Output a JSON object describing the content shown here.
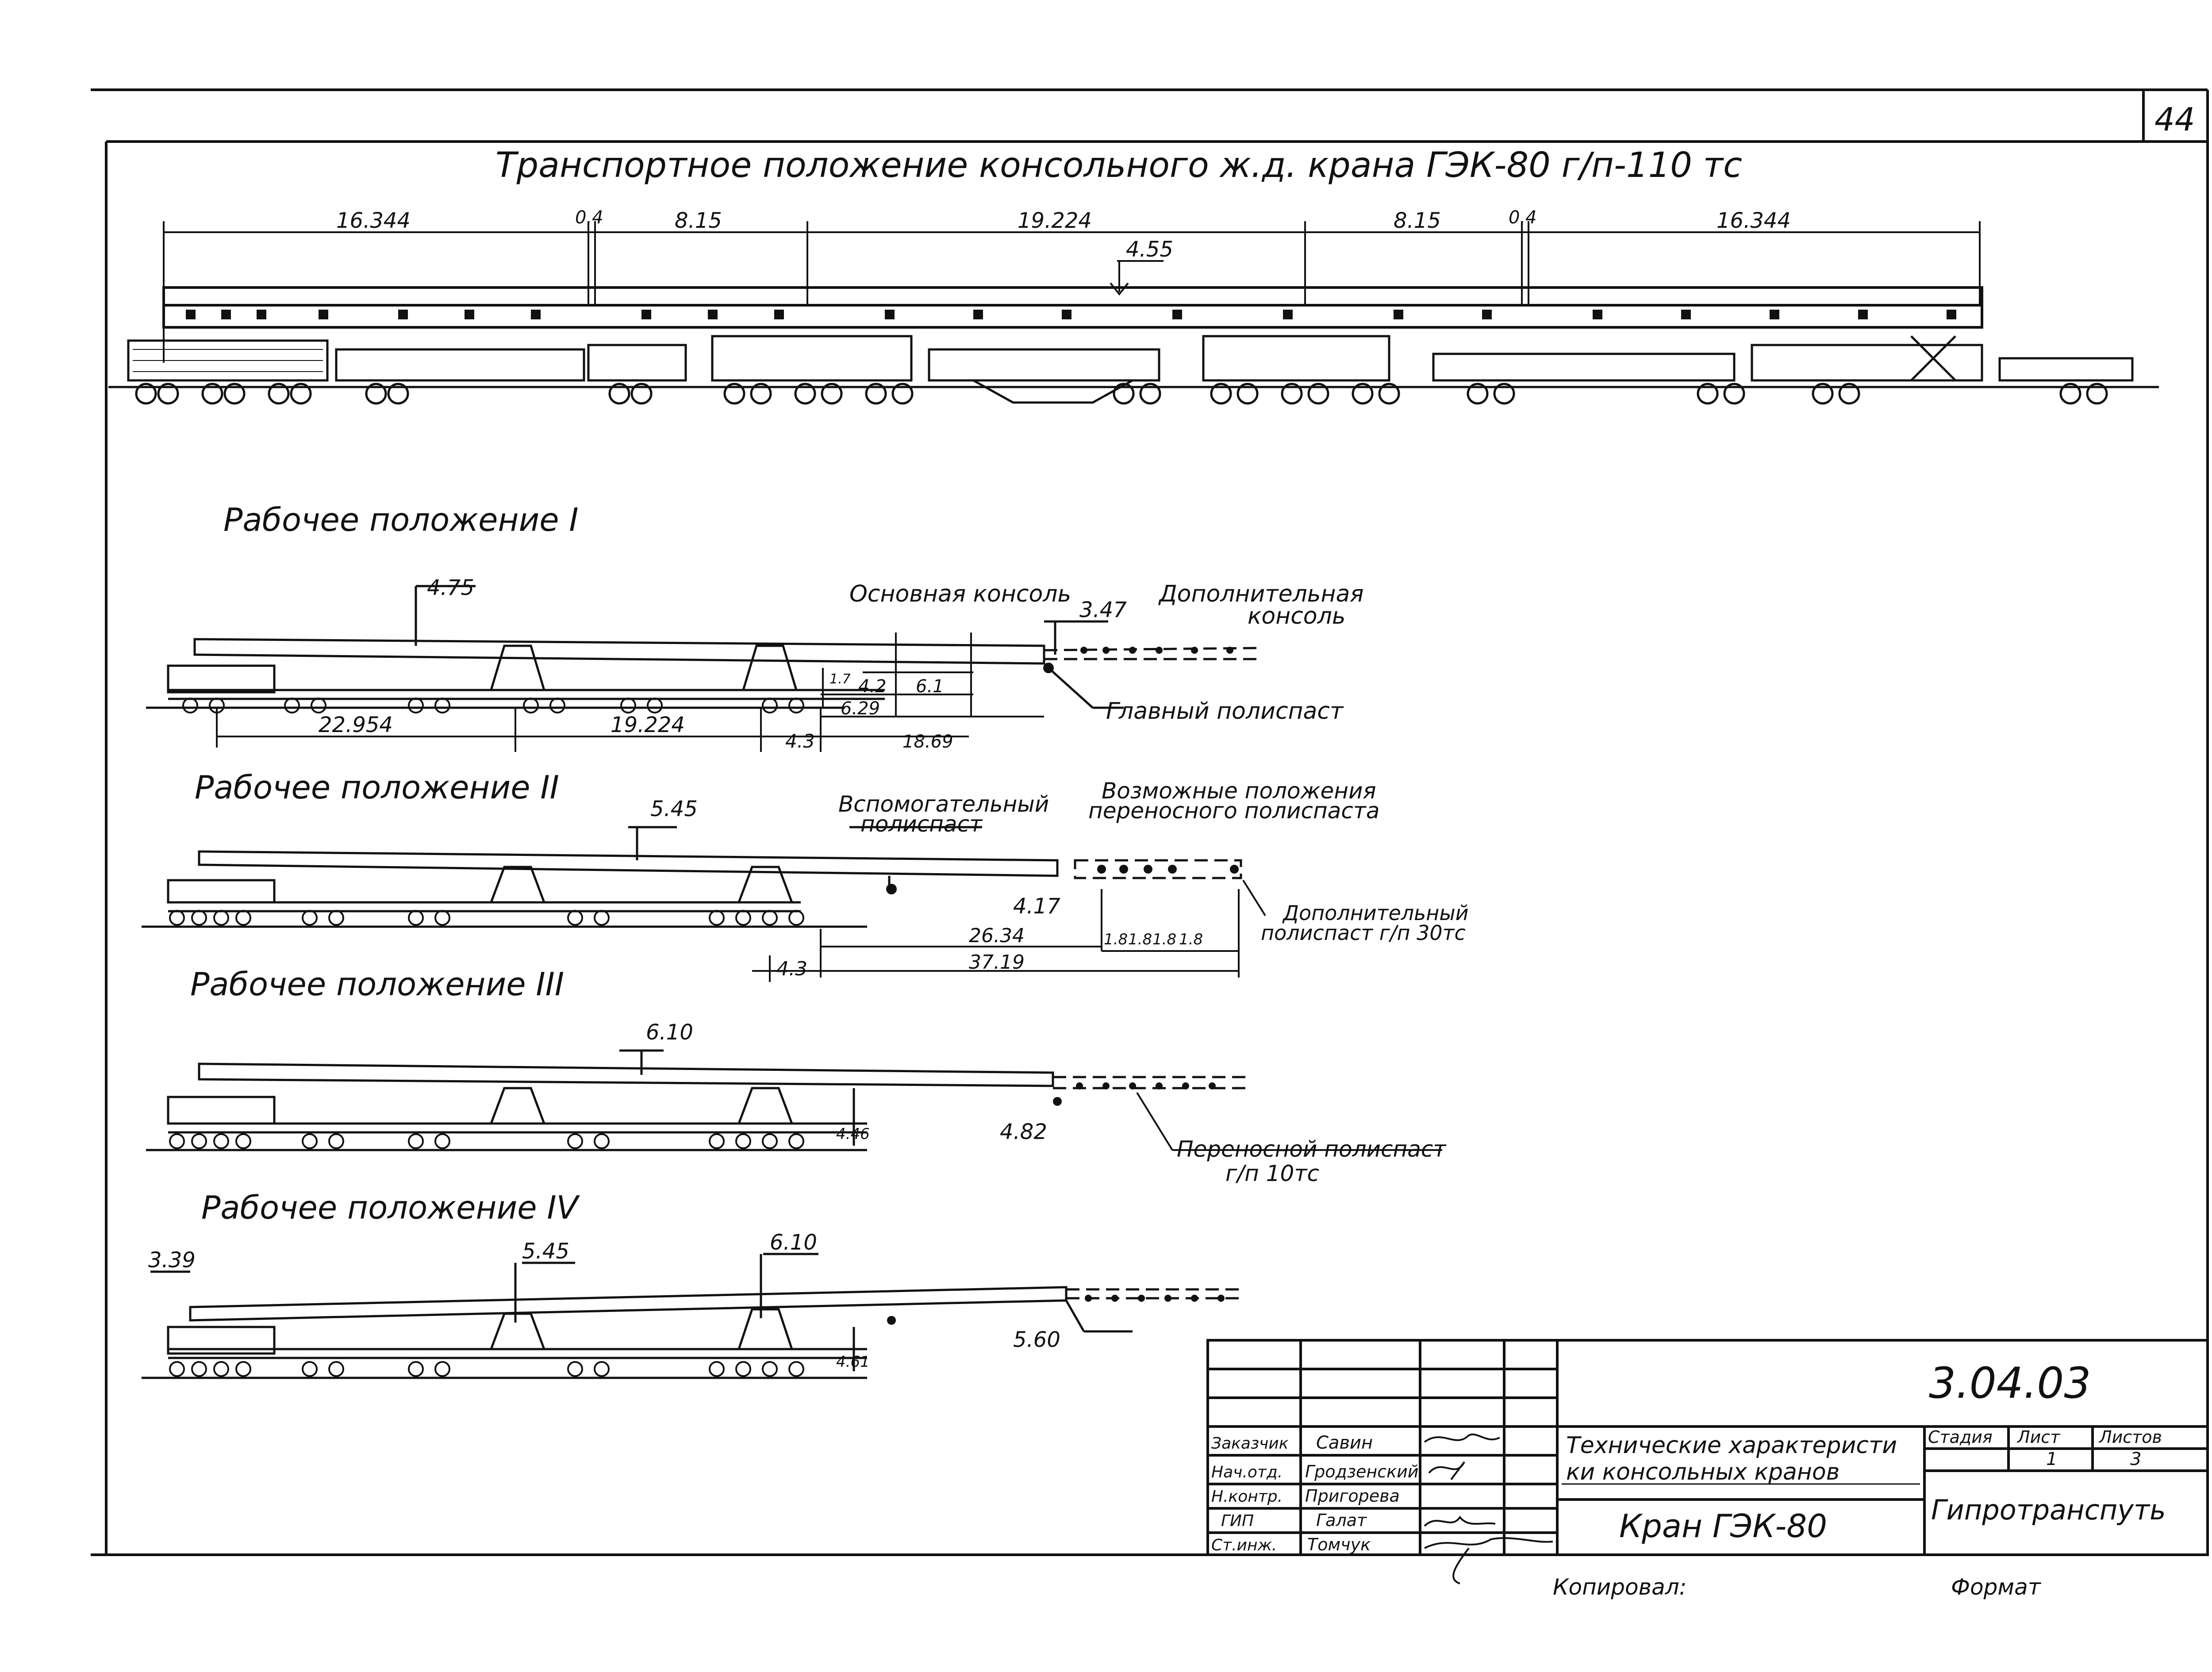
{
  "sheet_number": "44",
  "title": "Транспортное положение консольного ж.д. крана ГЭК-80 г/п-110 тс",
  "transport": {
    "dims": [
      "16.344",
      "0.4",
      "8.15",
      "19.224",
      "8.15",
      "0.4",
      "16.344"
    ],
    "height": "4.55"
  },
  "pos1": {
    "heading": "Рабочее положение I",
    "height": "4.75",
    "main_console": "Основная консоль",
    "tip_height": "3.47",
    "extra_console_l1": "Дополнительная",
    "extra_console_l2": "консоль",
    "main_hoist": "Главный полиспаст",
    "d1": "22.954",
    "d2": "19.224",
    "d3": "4.3",
    "d4": "4.2",
    "d5": "6.1",
    "d6": "6.29",
    "d7": "18.69",
    "d8": "1.7"
  },
  "pos2": {
    "heading": "Рабочее положение II",
    "height": "5.45",
    "aux_hoist_l1": "Вспомогательный",
    "aux_hoist_l2": "полиспаст",
    "possible_l1": "Возможные положения",
    "possible_l2": "переносного полиспаста",
    "tip_height": "4.17",
    "extra_hoist_l1": "Дополнительный",
    "extra_hoist_l2": "полиспаст г/п 30тс",
    "d1": "26.34",
    "d2": "37.19",
    "d3": "4.3",
    "steps": [
      "1.8",
      "1.8",
      "1.8",
      "1.8"
    ]
  },
  "pos3": {
    "heading": "Рабочее положение III",
    "height": "6.10",
    "vertical": "4.46",
    "tip_height": "4.82",
    "portable_l1": "Переносной полиспаст",
    "portable_l2": "г/п 10тс"
  },
  "pos4": {
    "heading": "Рабочее положение IV",
    "left_height": "3.39",
    "height1": "5.45",
    "height2": "6.10",
    "vertical": "4.61",
    "tip_height": "5.60"
  },
  "title_block": {
    "code": "3.04.03",
    "roles": [
      "Заказчик",
      "Нач.отд.",
      "Н.контр.",
      "ГИП",
      "Ст.инж."
    ],
    "names": [
      "Савин",
      "Гродзенский",
      "Пригорева",
      "Галат",
      "Томчук"
    ],
    "description_l1": "Технические характеристи",
    "description_l2": "ки консольных кранов",
    "product": "Кран ГЭК-80",
    "stage_h": "Стадия",
    "sheet_h": "Лист",
    "sheets_h": "Листов",
    "sheet_v": "1",
    "sheets_v": "3",
    "org": "Гипротранспуть",
    "copied": "Копировал:",
    "format": "Формат"
  }
}
